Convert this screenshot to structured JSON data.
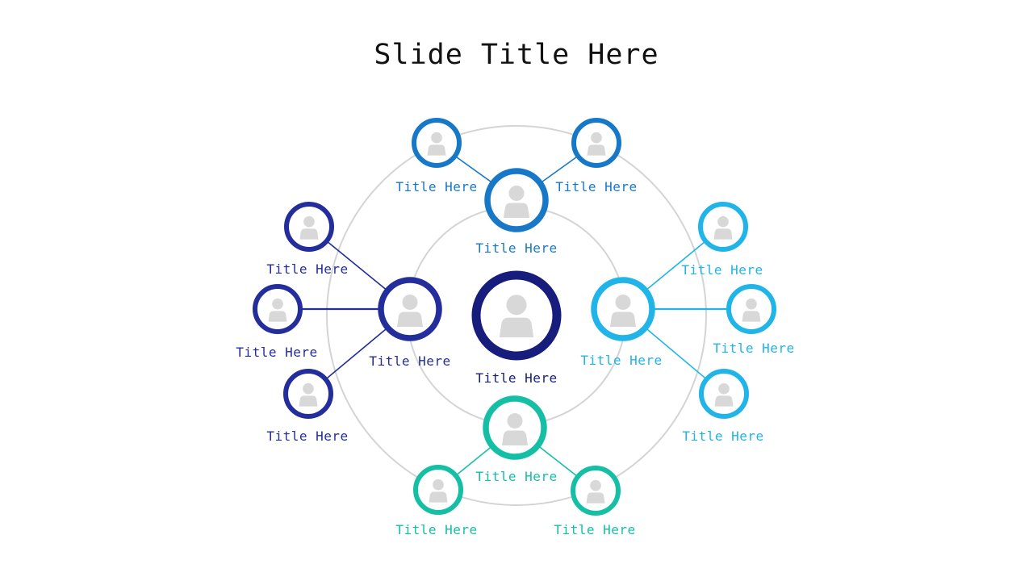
{
  "slide": {
    "title": "Slide Title Here"
  },
  "diagram": {
    "guide_color": "#D4D4D4",
    "icon_color": "#D8D8D8",
    "icon_name": "person-icon",
    "center": {
      "label": "Title Here",
      "color": "#161D7D"
    },
    "groups": {
      "top": {
        "label": "Title Here",
        "color": "#1878C8",
        "satellites": [
          {
            "label": "Title Here"
          },
          {
            "label": "Title Here"
          }
        ]
      },
      "left": {
        "label": "Title Here",
        "color": "#232D9B",
        "satellites": [
          {
            "label": "Title Here"
          },
          {
            "label": "Title Here"
          },
          {
            "label": "Title Here"
          }
        ]
      },
      "right": {
        "label": "Title Here",
        "color": "#20B4E8",
        "satellites": [
          {
            "label": "Title Here"
          },
          {
            "label": "Title Here"
          },
          {
            "label": "Title Here"
          }
        ]
      },
      "bottom": {
        "label": "Title Here",
        "color": "#14BFA6",
        "satellites": [
          {
            "label": "Title Here"
          },
          {
            "label": "Title Here"
          }
        ]
      }
    }
  }
}
